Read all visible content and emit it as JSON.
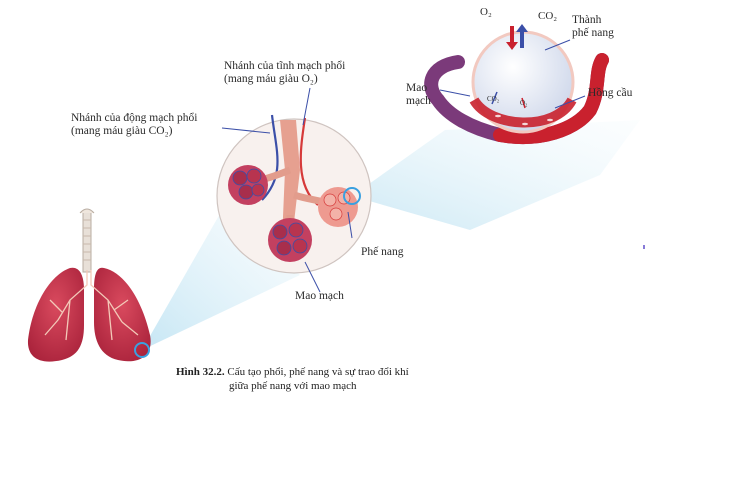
{
  "labels": {
    "vein_branch_line1": "Nhánh của tĩnh mạch phổi",
    "vein_branch_line2": "(mang máu giàu O₂)",
    "artery_branch_line1": "Nhánh của động mạch phổi",
    "artery_branch_line2": "(mang máu giàu CO₂)",
    "alveolus": "Phế nang",
    "capillary": "Mao mạch",
    "o2": "O₂",
    "co2": "CO₂",
    "alveolus_wall_line1": "Thành",
    "alveolus_wall_line2": "phế nang",
    "capillary_left_line1": "Mao",
    "capillary_left_line2": "mạch",
    "red_blood_cell": "Hồng cầu",
    "inner_co2": "CO₂",
    "inner_o2": "O₂"
  },
  "caption": {
    "figure_number": "Hình 32.2.",
    "line1": "Cấu tạo phổi, phế nang và sự trao đổi khí",
    "line2": "giữa phế nang với mao mạch"
  },
  "colors": {
    "lung": "#c8334a",
    "artery": "#3b4fa8",
    "vein": "#d63a3a",
    "alveolus_fill": "#e6eaf4",
    "highlight_ring": "#3aa0e0",
    "magnify_cone": "#c7e6f4"
  }
}
